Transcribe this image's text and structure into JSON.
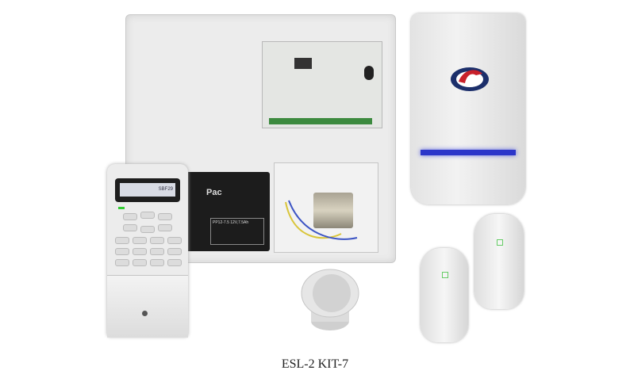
{
  "product": {
    "caption": "ESL-2 KIT-7",
    "keypad_display": "SBF29",
    "battery_brand": "Pac",
    "battery_model": "PP12-7.5",
    "battery_rating": "12V,7.5Ah"
  },
  "colors": {
    "siren_strip": "#2b35c9",
    "logo_red": "#c8202a",
    "logo_navy": "#1c2f6b",
    "terminal_green": "#3c8a3f"
  }
}
